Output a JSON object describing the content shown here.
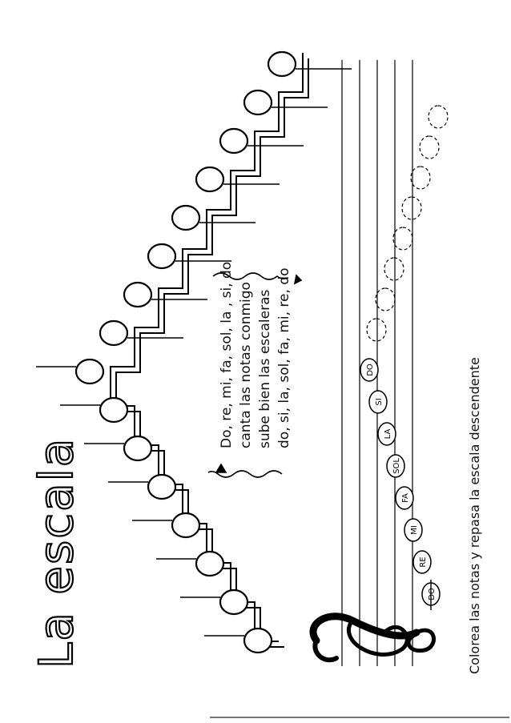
{
  "title": "La escala",
  "song": {
    "line1": "Do, re, mi, fa, sol, la , si, do",
    "line2": "canta las notas conmigo",
    "line3": "sube bien las escaleras",
    "line4": "do, si, la, sol, fa, mi, re, do"
  },
  "instruction": "Colorea las notas y repasa la escala descendente",
  "scale_notes": [
    "DO",
    "RE",
    "MI",
    "FA",
    "SOL",
    "LA",
    "SI",
    "DO"
  ],
  "icons": [
    "treble-clef-icon",
    "wavy-arrow-icon"
  ]
}
